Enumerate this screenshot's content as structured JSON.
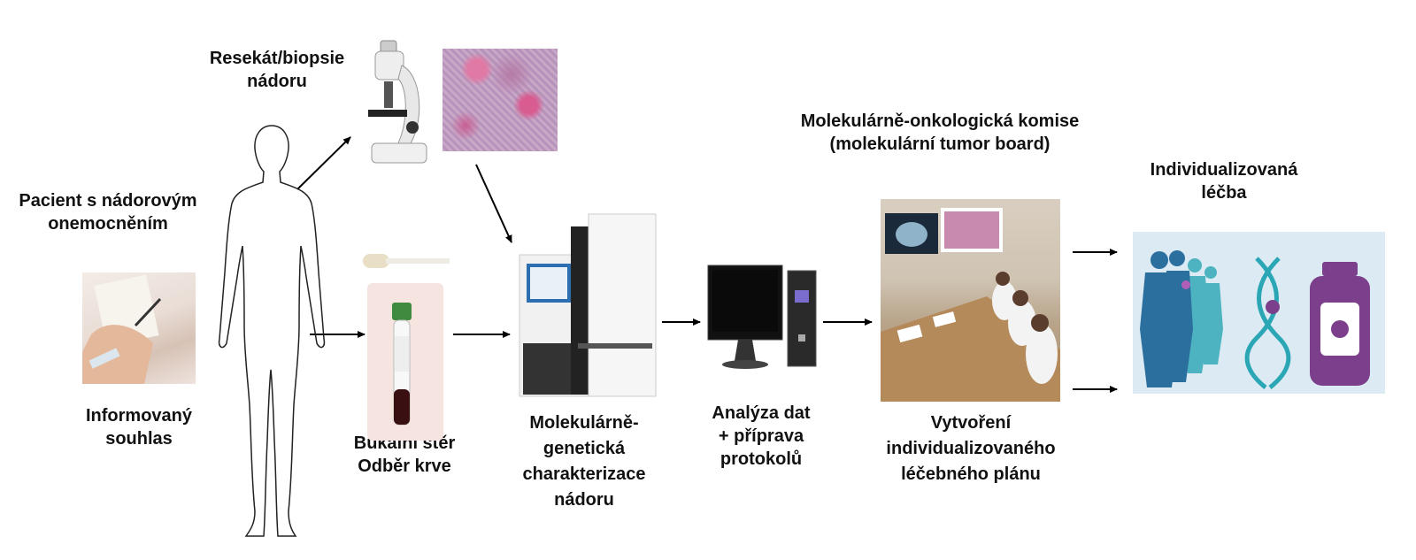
{
  "labels": {
    "resection": [
      "Resekát/biopsie",
      "nádoru"
    ],
    "patient": [
      "Pacient s nádorovým",
      "onemocněním"
    ],
    "consent": [
      "Informovaný",
      "souhlas"
    ],
    "sampling": [
      "Bukální stěr",
      "Odběr krve"
    ],
    "characterization": [
      "Molekulárně-",
      "genetická",
      "charakterizace",
      "nádoru"
    ],
    "analysis": [
      "Analýza dat",
      "+ příprava",
      "protokolů"
    ],
    "board": [
      "Molekulárně-onkologická komise",
      "(molekulární tumor board)"
    ],
    "plan": [
      "Vytvoření",
      "individualizovaného",
      "léčebného plánu"
    ],
    "treatment": [
      "Individualizovaná",
      "léčba"
    ]
  },
  "colors": {
    "arrow": "#000000",
    "treatment_bg": "#dbeaf3",
    "treatment_blue": "#2b6f9e",
    "treatment_teal": "#2aa6b5",
    "treatment_purple": "#7b3f8c",
    "histology_pink": "#d9638e"
  }
}
